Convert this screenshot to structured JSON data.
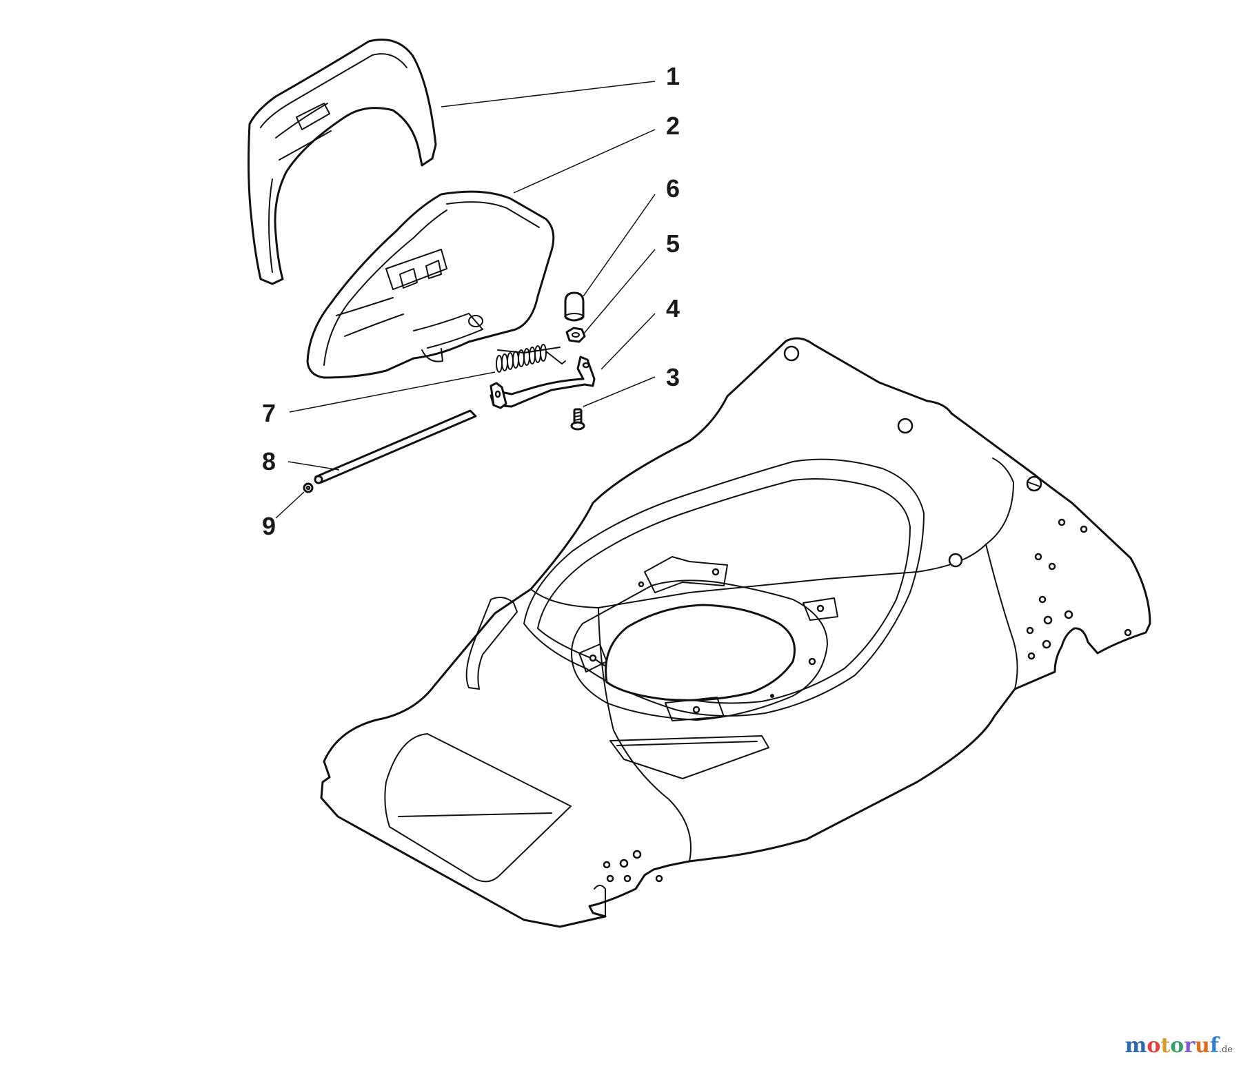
{
  "callouts": [
    {
      "id": "1",
      "label": "1",
      "part": "rear-guard"
    },
    {
      "id": "2",
      "label": "2",
      "part": "grass-deflector-flap"
    },
    {
      "id": "3",
      "label": "3",
      "part": "screw"
    },
    {
      "id": "4",
      "label": "4",
      "part": "flap-bracket"
    },
    {
      "id": "5",
      "label": "5",
      "part": "nut"
    },
    {
      "id": "6",
      "label": "6",
      "part": "cap-nut"
    },
    {
      "id": "7",
      "label": "7",
      "part": "spring"
    },
    {
      "id": "8",
      "label": "8",
      "part": "rod"
    },
    {
      "id": "9",
      "label": "9",
      "part": "washer"
    }
  ],
  "watermark": {
    "letters": [
      "m",
      "o",
      "t",
      "o",
      "r",
      "u",
      "f"
    ],
    "colors": [
      "#2b6cb0",
      "#e53e3e",
      "#d69e2e",
      "#38a169",
      "#805ad5",
      "#dd6b20",
      "#3182ce"
    ],
    "suffix": ".de"
  }
}
